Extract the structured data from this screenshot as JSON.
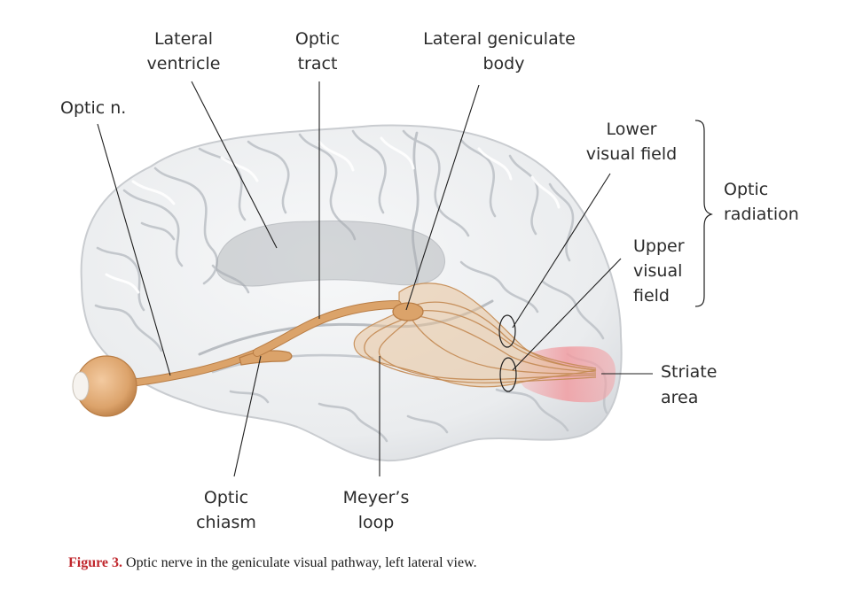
{
  "labels": {
    "lateral_ventricle": [
      "Lateral",
      "ventricle"
    ],
    "optic_tract": [
      "Optic",
      "tract"
    ],
    "lateral_geniculate_body": [
      "Lateral geniculate",
      "body"
    ],
    "optic_nerve": [
      "Optic n."
    ],
    "lower_visual_field": [
      "Lower",
      "visual field"
    ],
    "optic_radiation": [
      "Optic",
      "radiation"
    ],
    "upper_visual_field": [
      "Upper",
      "visual",
      "field"
    ],
    "striate_area": [
      "Striate",
      "area"
    ],
    "optic_chiasm": [
      "Optic",
      "chiasm"
    ],
    "meyers_loop": [
      "Meyer’s",
      "loop"
    ]
  },
  "caption": {
    "label": "Figure 3.",
    "text": " Optic nerve in the geniculate visual pathway, left lateral view."
  },
  "colors": {
    "brain_fill": "#eceef0",
    "brain_gyri": "#ffffff",
    "brain_sulci": "#c5c9ce",
    "ventricle": "#b9bcc0",
    "nerve": "#dba36a",
    "nerve_dark": "#b97d45",
    "radiation": "#e3b98d",
    "striate": "#f3a4a8",
    "caption_label": "#c0272d"
  }
}
